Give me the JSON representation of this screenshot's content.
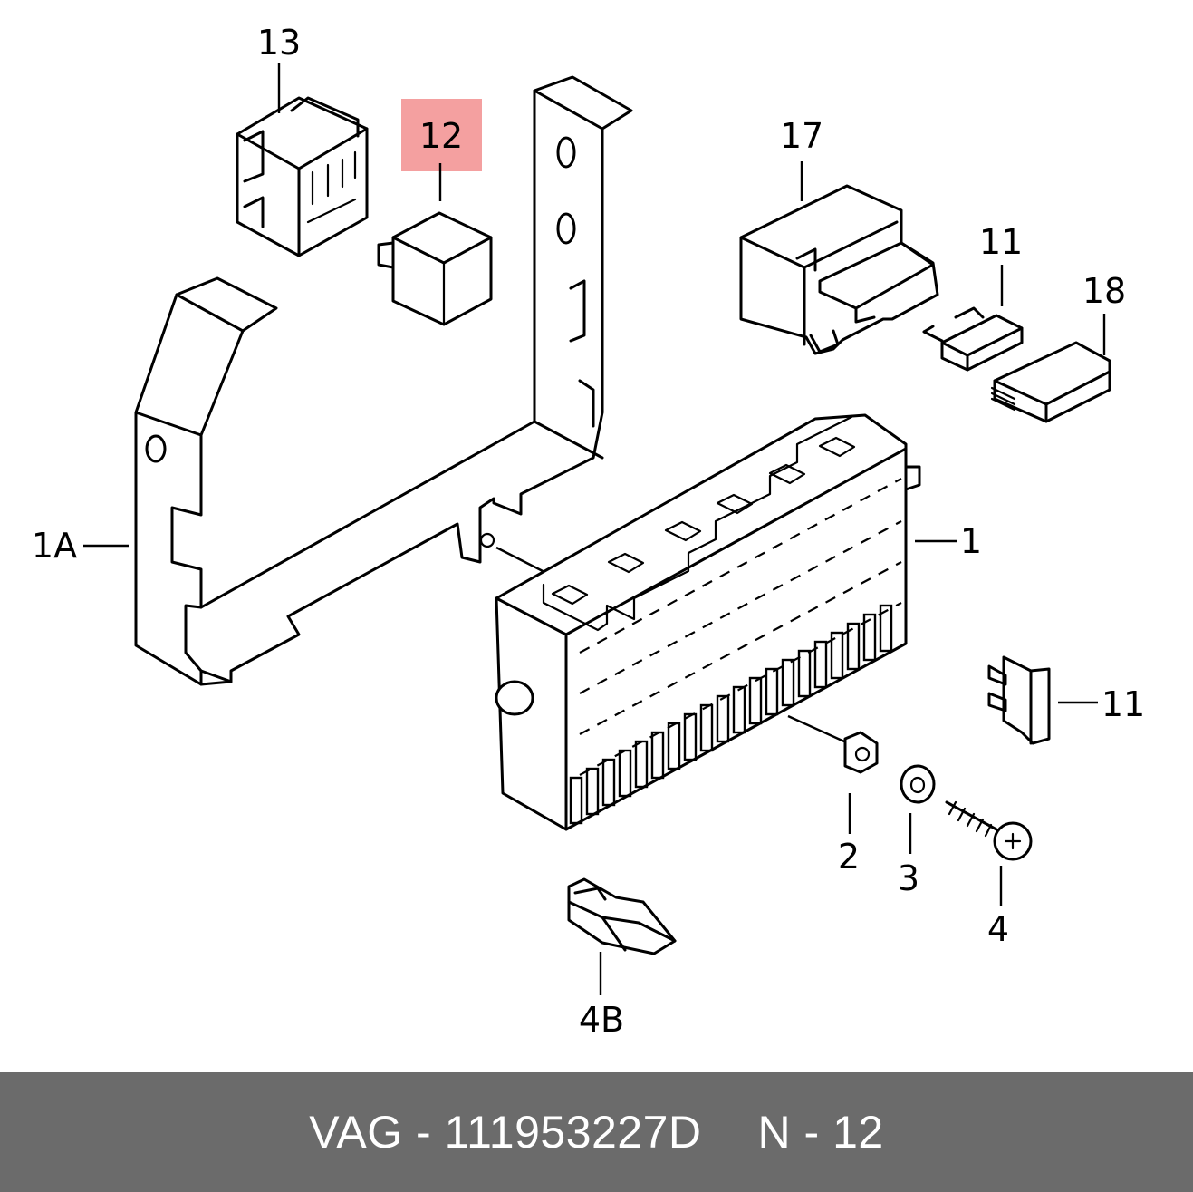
{
  "diagram": {
    "labels": {
      "p13": "13",
      "p12": "12",
      "p17": "17",
      "p11a": "11",
      "p18": "18",
      "p1A": "1A",
      "p1": "1",
      "p11b": "11",
      "p2": "2",
      "p3": "3",
      "p4": "4",
      "p4B": "4B"
    },
    "highlight_color": "#f4a0a0"
  },
  "footer": {
    "part_number": "VAG - 111953227D",
    "position": "N - 12",
    "background": "#6b6b6b",
    "text_color": "#ffffff"
  }
}
